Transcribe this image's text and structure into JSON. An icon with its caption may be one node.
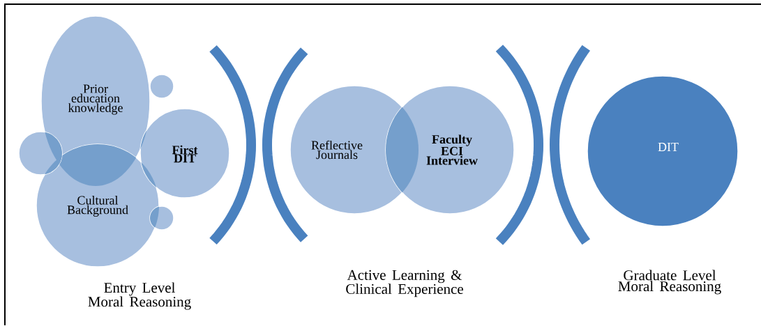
{
  "diagram": {
    "nodes": [
      {
        "text": [
          "Prior education knowledge"
        ]
      },
      {
        "text": [
          "Cultural Background"
        ]
      },
      {
        "text": [
          "First DIT"
        ]
      },
      {
        "text": [
          "Reflective Journals"
        ]
      },
      {
        "text": [
          "Faculty ECI Interview"
        ]
      },
      {
        "text": [
          "DIT"
        ]
      },
      {
        "text": [],
        "shape": "circle"
      },
      {
        "text": [],
        "shape": "circle"
      },
      {
        "text": [],
        "shape": "circle"
      }
    ],
    "labels": [
      "Entry Level Moral Reasoning",
      "Active Learning & Clinical Experience",
      "Graduate Level Moral Reasoning"
    ]
  }
}
